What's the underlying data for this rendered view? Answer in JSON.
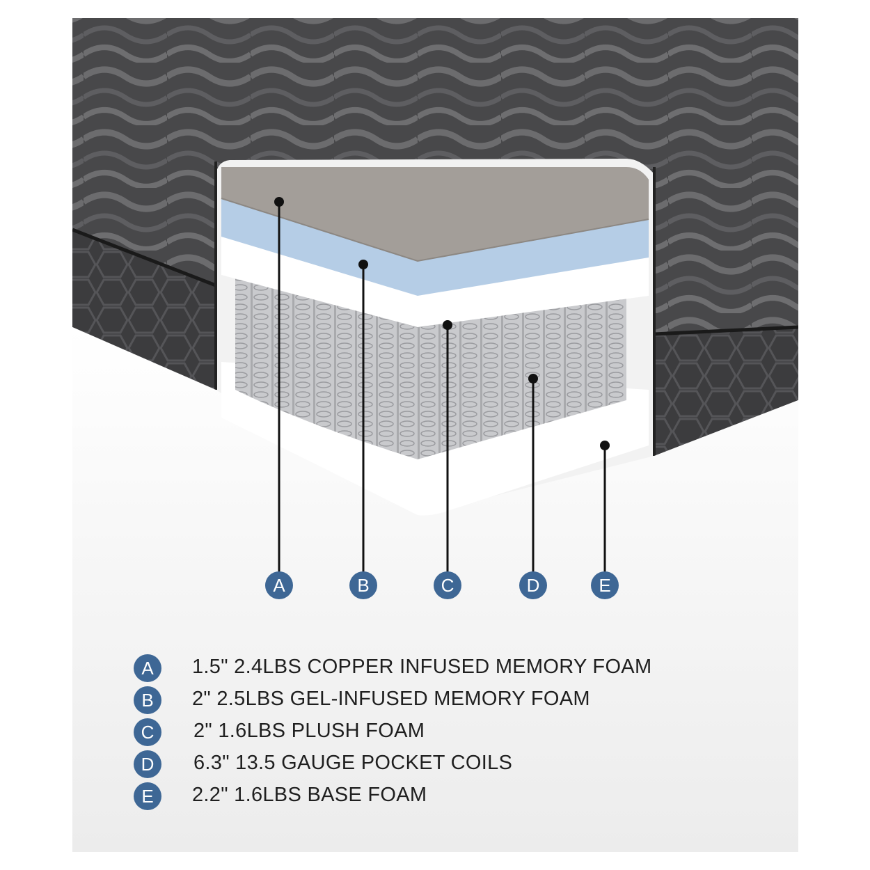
{
  "colors": {
    "badge": "#3e6795",
    "cover": "#4a4a4c",
    "copper_layer": "#a39e99",
    "gel_layer": "#b5cde6",
    "foam_white": "#ffffff",
    "coils": "#c8c9cc",
    "background": "#f2f2f2"
  },
  "markers": [
    {
      "letter": "A",
      "layer": "copper-infused-memory-foam"
    },
    {
      "letter": "B",
      "layer": "gel-infused-memory-foam"
    },
    {
      "letter": "C",
      "layer": "plush-foam"
    },
    {
      "letter": "D",
      "layer": "pocket-coils"
    },
    {
      "letter": "E",
      "layer": "base-foam"
    }
  ],
  "legend": [
    {
      "letter": "A",
      "text": "1.5\" 2.4LBS COPPER INFUSED MEMORY FOAM"
    },
    {
      "letter": "B",
      "text": "2\" 2.5LBS GEL-INFUSED MEMORY FOAM"
    },
    {
      "letter": "C",
      "text": "2\" 1.6LBS PLUSH FOAM"
    },
    {
      "letter": "D",
      "text": "6.3\" 13.5 GAUGE POCKET COILS"
    },
    {
      "letter": "E",
      "text": "2.2\" 1.6LBS BASE FOAM"
    }
  ]
}
